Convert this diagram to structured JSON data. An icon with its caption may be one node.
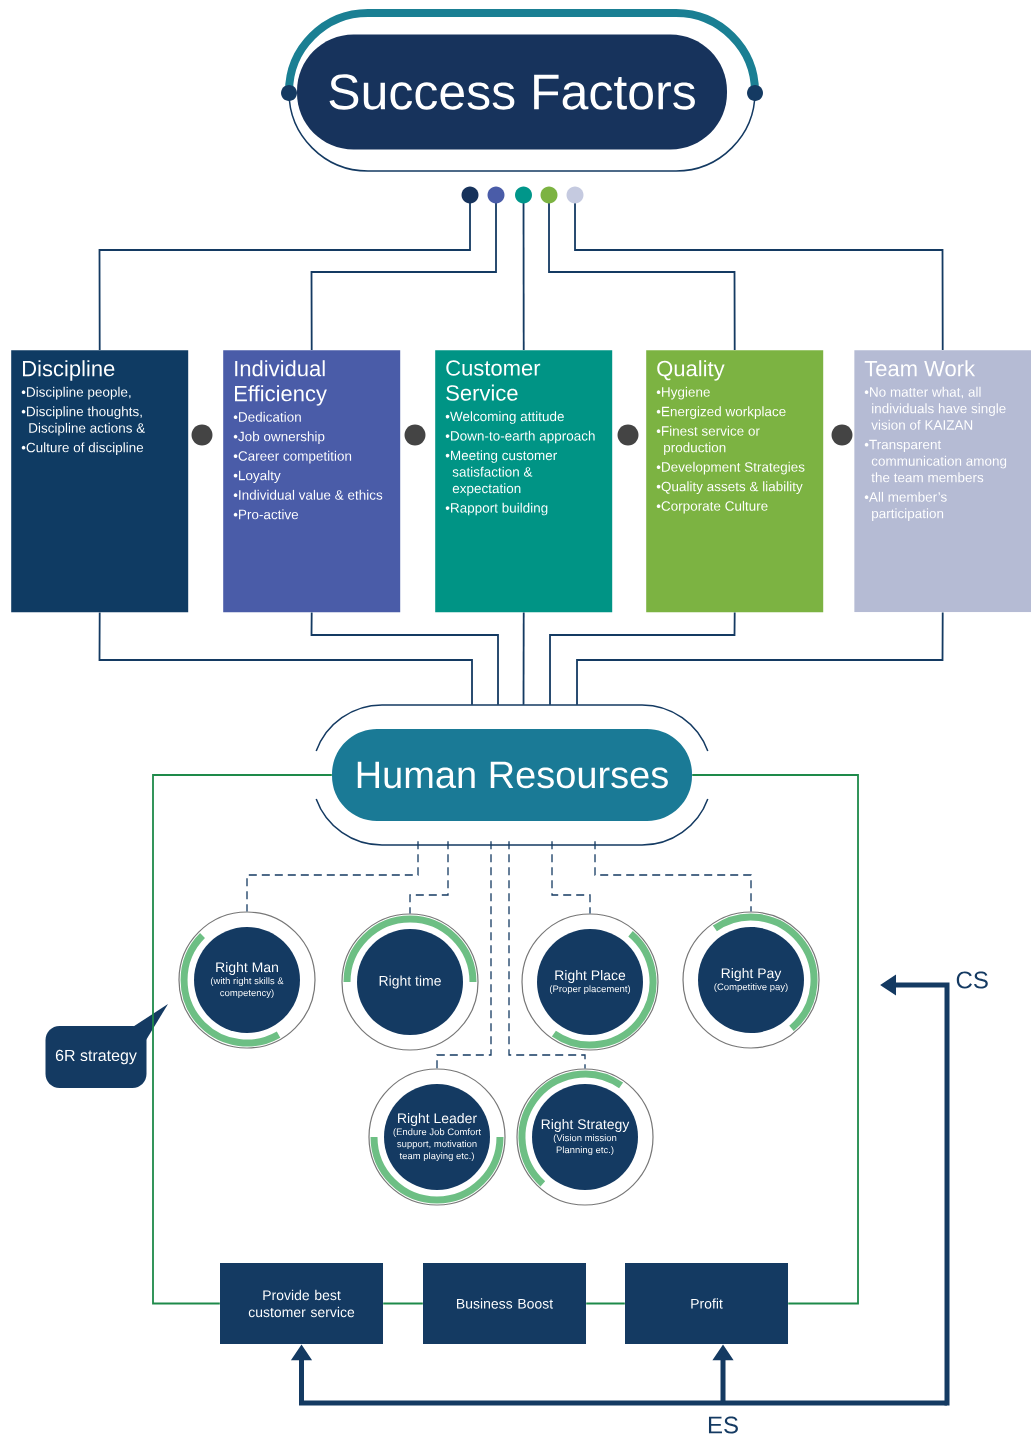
{
  "diagram": {
    "nodes": [
      {
        "text": [
          "Success Factors"
        ]
      },
      {
        "text": [
          "Discipline",
          "•Discipline people,",
          "•Discipline thoughts, Discipline actions &",
          "•Culture of discipline"
        ]
      },
      {
        "text": [
          "Individual Efficiency",
          "•Dedication",
          "•Job ownership",
          "•Career competition",
          "•Loyalty",
          "•Individual value & ethics",
          "•Pro-active"
        ]
      },
      {
        "text": [
          "Customer Service",
          "•Welcoming attitude",
          "•Down-to-earth approach",
          "•Meeting customer satisfaction & expectation",
          "•Rapport building"
        ]
      },
      {
        "text": [
          "Quality",
          "•Hygiene",
          "•Energized workplace",
          "•Finest service or production",
          "•Development Strategies",
          "•Quality assets & liability",
          "•Corporate Culture"
        ]
      },
      {
        "text": [
          "Team Work",
          "•No matter what, all individuals have single vision of KAIZAN",
          "•Transparent communication among the team members",
          "•All member’s participation"
        ]
      },
      {
        "text": [
          "Human Resourses"
        ]
      },
      {
        "text": [
          "Right Man",
          "(with right skills & competency)"
        ]
      },
      {
        "text": [
          "Right time"
        ]
      },
      {
        "text": [
          "Right Place",
          "(Proper placement)"
        ]
      },
      {
        "text": [
          "Right Pay",
          "(Competitive pay)"
        ]
      },
      {
        "text": [
          "Right Leader",
          "(Endure Job Comfort support, motivation team playing etc.)"
        ]
      },
      {
        "text": [
          "Right Strategy",
          "(Vision mission Planning etc.)"
        ]
      },
      {
        "text": [
          "6R strategy"
        ]
      },
      {
        "text": [
          "Provide best customer service"
        ]
      },
      {
        "text": [
          "Business Boost"
        ]
      },
      {
        "text": [
          "Profit"
        ]
      }
    ],
    "edges": [
      {
        "from": 0,
        "to": 1,
        "arrow": "none"
      },
      {
        "from": 0,
        "to": 2,
        "arrow": "none"
      },
      {
        "from": 0,
        "to": 3,
        "arrow": "none"
      },
      {
        "from": 0,
        "to": 4,
        "arrow": "none"
      },
      {
        "from": 0,
        "to": 5,
        "arrow": "none"
      },
      {
        "from": 1,
        "to": 6,
        "arrow": "none"
      },
      {
        "from": 2,
        "to": 6,
        "arrow": "none"
      },
      {
        "from": 3,
        "to": 6,
        "arrow": "none"
      },
      {
        "from": 4,
        "to": 6,
        "arrow": "none"
      },
      {
        "from": 5,
        "to": 6,
        "arrow": "none"
      },
      {
        "from": 6,
        "to": 7,
        "arrow": "none",
        "style": "dashed"
      },
      {
        "from": 6,
        "to": 8,
        "arrow": "none",
        "style": "dashed"
      },
      {
        "from": 6,
        "to": 9,
        "arrow": "none",
        "style": "dashed"
      },
      {
        "from": 6,
        "to": 10,
        "arrow": "none",
        "style": "dashed"
      },
      {
        "from": 6,
        "to": 11,
        "arrow": "none",
        "style": "dashed"
      },
      {
        "from": 6,
        "to": 12,
        "arrow": "none",
        "style": "dashed"
      },
      {
        "from": 6,
        "to": 14,
        "arrow": "none",
        "color": "#1e8a4a"
      },
      {
        "from": 14,
        "to": 15,
        "arrow": "none",
        "color": "#1e8a4a"
      },
      {
        "from": 15,
        "to": 16,
        "arrow": "none",
        "color": "#1e8a4a"
      },
      {
        "from": 16,
        "to": 6,
        "arrow": "none",
        "color": "#1e8a4a"
      },
      {
        "from": null,
        "to": 14,
        "arrow": "to",
        "style": "thick"
      },
      {
        "from": null,
        "to": 16,
        "arrow": "to",
        "style": "thick",
        "label": "ES"
      }
    ],
    "labels": [
      "CS"
    ]
  }
}
